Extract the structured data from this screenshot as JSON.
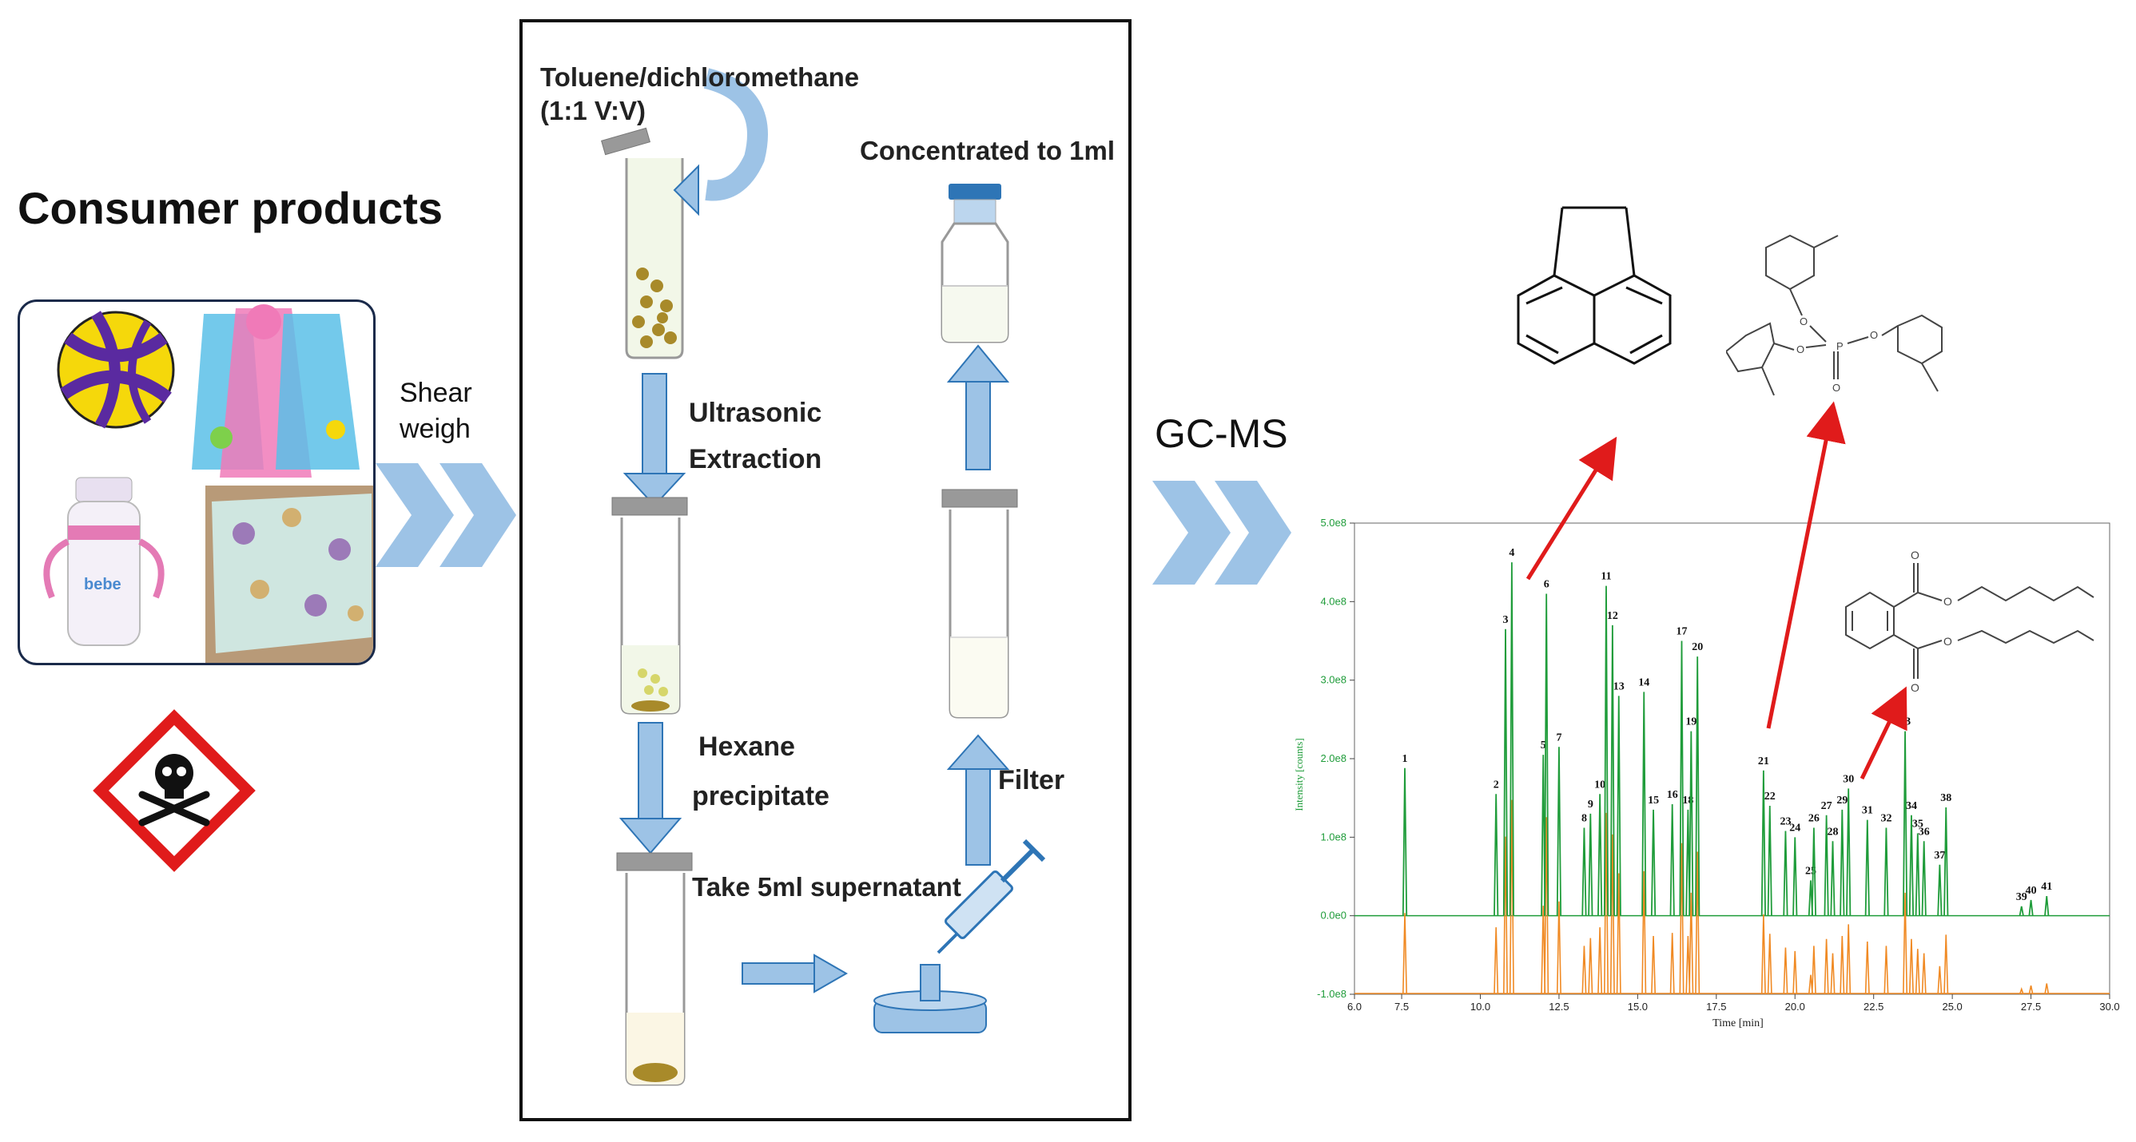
{
  "left": {
    "title": "Consumer products",
    "shear_line1": "Shear",
    "shear_line2": "weigh"
  },
  "process": {
    "solvent_line1": "Toluene/dichloromethane",
    "solvent_line2": "(1:1 V:V)",
    "step_ultrasonic_line1": "Ultrasonic",
    "step_ultrasonic_line2": "Extraction",
    "step_hexane_line1": "Hexane",
    "step_hexane_line2": "precipitate",
    "step_supernatant": "Take  5ml supernatant",
    "step_filter": "Filter",
    "step_concentrate": "Concentrated to 1ml"
  },
  "analysis": {
    "method": "GC-MS"
  },
  "colors": {
    "arrow_blue": "#9dc3e6",
    "arrow_blue_stroke": "#2e75b6",
    "green_trace": "#1f9c3a",
    "orange_trace": "#f08a24",
    "red_arrow": "#e01b1b",
    "tube_green": "#f2f7e8"
  },
  "chart_data": {
    "type": "line",
    "xlabel": "Time [min]",
    "ylabel": "Intensity [counts]",
    "xlim": [
      6.0,
      30.0
    ],
    "ylim": [
      -100000000.0,
      500000000.0
    ],
    "x_ticks": [
      "6.0",
      "7.5",
      "10.0",
      "12.5",
      "15.0",
      "17.5",
      "20.0",
      "22.5",
      "25.0",
      "27.5",
      "30.0"
    ],
    "y_ticks": [
      "5.0e8",
      "4.0e8",
      "3.0e8",
      "2.0e8",
      "1.0e8",
      "0.0e0",
      "-1.0e8"
    ],
    "series": [
      {
        "name": "",
        "color": "#1f9c3a"
      },
      {
        "name": "",
        "color": "#f08a24"
      }
    ],
    "peaks": [
      {
        "label": "1",
        "x": 7.6,
        "y": 188000000.0
      },
      {
        "label": "2",
        "x": 10.5,
        "y": 155000000.0
      },
      {
        "label": "3",
        "x": 10.8,
        "y": 365000000.0
      },
      {
        "label": "4",
        "x": 11.0,
        "y": 450000000.0
      },
      {
        "label": "5",
        "x": 12.0,
        "y": 205000000.0
      },
      {
        "label": "6",
        "x": 12.1,
        "y": 410000000.0
      },
      {
        "label": "7",
        "x": 12.5,
        "y": 215000000.0
      },
      {
        "label": "8",
        "x": 13.3,
        "y": 112000000.0
      },
      {
        "label": "9",
        "x": 13.5,
        "y": 130000000.0
      },
      {
        "label": "10",
        "x": 13.8,
        "y": 155000000.0
      },
      {
        "label": "11",
        "x": 14.0,
        "y": 420000000.0
      },
      {
        "label": "12",
        "x": 14.2,
        "y": 370000000.0
      },
      {
        "label": "13",
        "x": 14.4,
        "y": 280000000.0
      },
      {
        "label": "14",
        "x": 15.2,
        "y": 285000000.0
      },
      {
        "label": "15",
        "x": 15.5,
        "y": 135000000.0
      },
      {
        "label": "16",
        "x": 16.1,
        "y": 142000000.0
      },
      {
        "label": "17",
        "x": 16.4,
        "y": 350000000.0
      },
      {
        "label": "18",
        "x": 16.6,
        "y": 135000000.0
      },
      {
        "label": "19",
        "x": 16.7,
        "y": 235000000.0
      },
      {
        "label": "20",
        "x": 16.9,
        "y": 330000000.0
      },
      {
        "label": "21",
        "x": 19.0,
        "y": 185000000.0
      },
      {
        "label": "22",
        "x": 19.2,
        "y": 140000000.0
      },
      {
        "label": "23",
        "x": 19.7,
        "y": 108000000.0
      },
      {
        "label": "24",
        "x": 20.0,
        "y": 100000000.0
      },
      {
        "label": "25",
        "x": 20.5,
        "y": 45000000.0
      },
      {
        "label": "26",
        "x": 20.6,
        "y": 112000000.0
      },
      {
        "label": "27",
        "x": 21.0,
        "y": 128000000.0
      },
      {
        "label": "28",
        "x": 21.2,
        "y": 95000000.0
      },
      {
        "label": "29",
        "x": 21.5,
        "y": 135000000.0
      },
      {
        "label": "30",
        "x": 21.7,
        "y": 162000000.0
      },
      {
        "label": "31",
        "x": 22.3,
        "y": 122000000.0
      },
      {
        "label": "32",
        "x": 22.9,
        "y": 112000000.0
      },
      {
        "label": "33",
        "x": 23.5,
        "y": 235000000.0
      },
      {
        "label": "34",
        "x": 23.7,
        "y": 128000000.0
      },
      {
        "label": "35",
        "x": 23.9,
        "y": 105000000.0
      },
      {
        "label": "36",
        "x": 24.1,
        "y": 95000000.0
      },
      {
        "label": "37",
        "x": 24.6,
        "y": 65000000.0
      },
      {
        "label": "38",
        "x": 24.8,
        "y": 138000000.0
      },
      {
        "label": "39",
        "x": 27.2,
        "y": 12000000.0
      },
      {
        "label": "40",
        "x": 27.5,
        "y": 20000000.0
      },
      {
        "label": "41",
        "x": 28.0,
        "y": 25000000.0
      }
    ]
  }
}
